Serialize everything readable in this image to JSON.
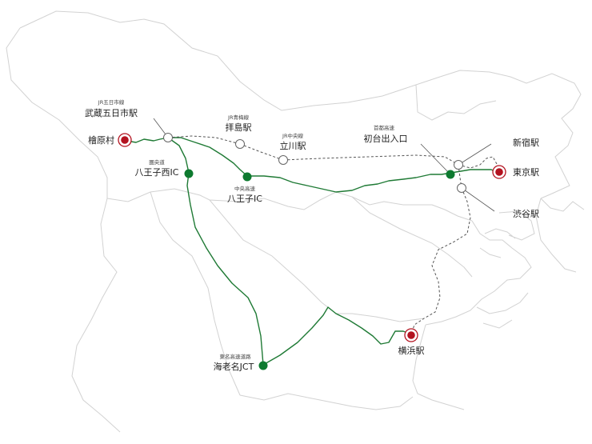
{
  "colors": {
    "expressway": "#1f7a35",
    "interchange": "#0d7a2f",
    "rail": "#555555",
    "station_ring": "#b3121f",
    "border": "#d2d2d2"
  },
  "icons": {
    "interchange": "green-dot-icon",
    "rail_stop": "hollow-circle-icon",
    "destination": "red-target-icon"
  },
  "labels": {
    "hinohara": {
      "main": "檜原村"
    },
    "musashi_itsukaichi": {
      "sub": "JR五日市線",
      "main": "武蔵五日市駅"
    },
    "haijima": {
      "sub": "JR青梅線",
      "main": "拝島駅"
    },
    "tachikawa": {
      "sub": "JR中央線",
      "main": "立川駅"
    },
    "hatsudai": {
      "sub": "首都高速",
      "main": "初台出入口"
    },
    "shinjuku": {
      "main": "新宿駅"
    },
    "tokyo": {
      "main": "東京駅"
    },
    "shibuya": {
      "main": "渋谷駅"
    },
    "hachioji_nishi": {
      "sub": "圏央道",
      "main": "八王子西IC"
    },
    "hachioji": {
      "sub": "中央高速",
      "main": "八王子IC"
    },
    "ebina": {
      "sub": "東名高速道路",
      "main": "海老名JCT"
    },
    "yokohama": {
      "main": "横浜駅"
    }
  }
}
